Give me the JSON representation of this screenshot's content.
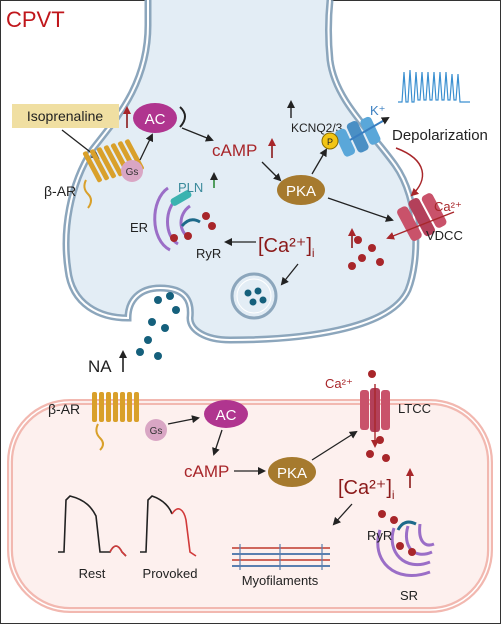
{
  "title": "CPVT",
  "neuron": {
    "drug": "Isoprenaline",
    "receptor": "β-AR",
    "gs": "Gs",
    "ac": "AC",
    "camp": "cAMP",
    "pka": "PKA",
    "kcnq": "KCNQ2/3",
    "p": "P",
    "kplus": "K⁺",
    "depolarization": "Depolarization",
    "pln": "PLN",
    "er": "ER",
    "ryr": "RyR",
    "ca_i": "[Ca²⁺]",
    "ca_i_sub": "i",
    "vdcc": "VDCC",
    "ca_label": "Ca²⁺"
  },
  "synapse": {
    "na": "NA"
  },
  "cardiomyocyte": {
    "receptor": "β-AR",
    "gs": "Gs",
    "ac": "AC",
    "camp": "cAMP",
    "pka": "PKA",
    "ltcc": "LTCC",
    "ca_label": "Ca²⁺",
    "ca_i": "[Ca²⁺]",
    "ca_i_sub": "i",
    "ryr": "RyR",
    "sr": "SR",
    "myofilaments": "Myofilaments",
    "rest": "Rest",
    "provoked": "Provoked"
  },
  "colors": {
    "title": "#c0161b",
    "membrane_fill": "#e3edf5",
    "membrane_stroke": "#8ca6bc",
    "ac_purple": "#b0358f",
    "pka_brown": "#a67a2e",
    "dark_red": "#8b1a1a",
    "cell_fill": "#fdf0ee",
    "cell_stroke": "#f2b8b0"
  }
}
